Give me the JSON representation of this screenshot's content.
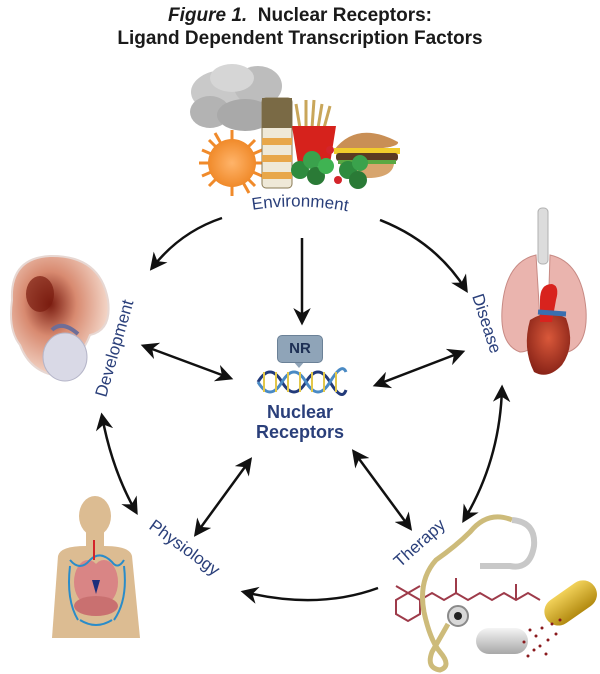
{
  "figure": {
    "title_prefix": "Figure 1.",
    "title_line1": "Nuclear Receptors:",
    "title_line2": "Ligand Dependent Transcription Factors"
  },
  "center": {
    "badge": "NR",
    "label_line1": "Nuclear",
    "label_line2": "Receptors",
    "icon": "dna-helix-icon"
  },
  "nodes": [
    {
      "id": "environment",
      "label": "Environment",
      "icon": "environment-pollutants-food-icon"
    },
    {
      "id": "development",
      "label": "Development",
      "icon": "embryo-icon"
    },
    {
      "id": "disease",
      "label": "Disease",
      "icon": "heart-lungs-icon"
    },
    {
      "id": "physiology",
      "label": "Physiology",
      "icon": "human-body-icon"
    },
    {
      "id": "therapy",
      "label": "Therapy",
      "icon": "stethoscope-pill-icon"
    }
  ],
  "edges": [
    {
      "from": "environment",
      "to": "development",
      "direction": "one-way"
    },
    {
      "from": "environment",
      "to": "nuclear-receptors",
      "direction": "one-way"
    },
    {
      "from": "environment",
      "to": "disease",
      "direction": "one-way"
    },
    {
      "from": "development",
      "to": "nuclear-receptors",
      "direction": "two-way"
    },
    {
      "from": "disease",
      "to": "nuclear-receptors",
      "direction": "two-way"
    },
    {
      "from": "physiology",
      "to": "nuclear-receptors",
      "direction": "two-way"
    },
    {
      "from": "therapy",
      "to": "nuclear-receptors",
      "direction": "two-way"
    },
    {
      "from": "development",
      "to": "physiology",
      "direction": "two-way"
    },
    {
      "from": "disease",
      "to": "therapy",
      "direction": "two-way"
    },
    {
      "from": "therapy",
      "to": "physiology",
      "direction": "one-way"
    }
  ],
  "colors": {
    "label": "#2a3f7a",
    "arrow": "#111111"
  }
}
